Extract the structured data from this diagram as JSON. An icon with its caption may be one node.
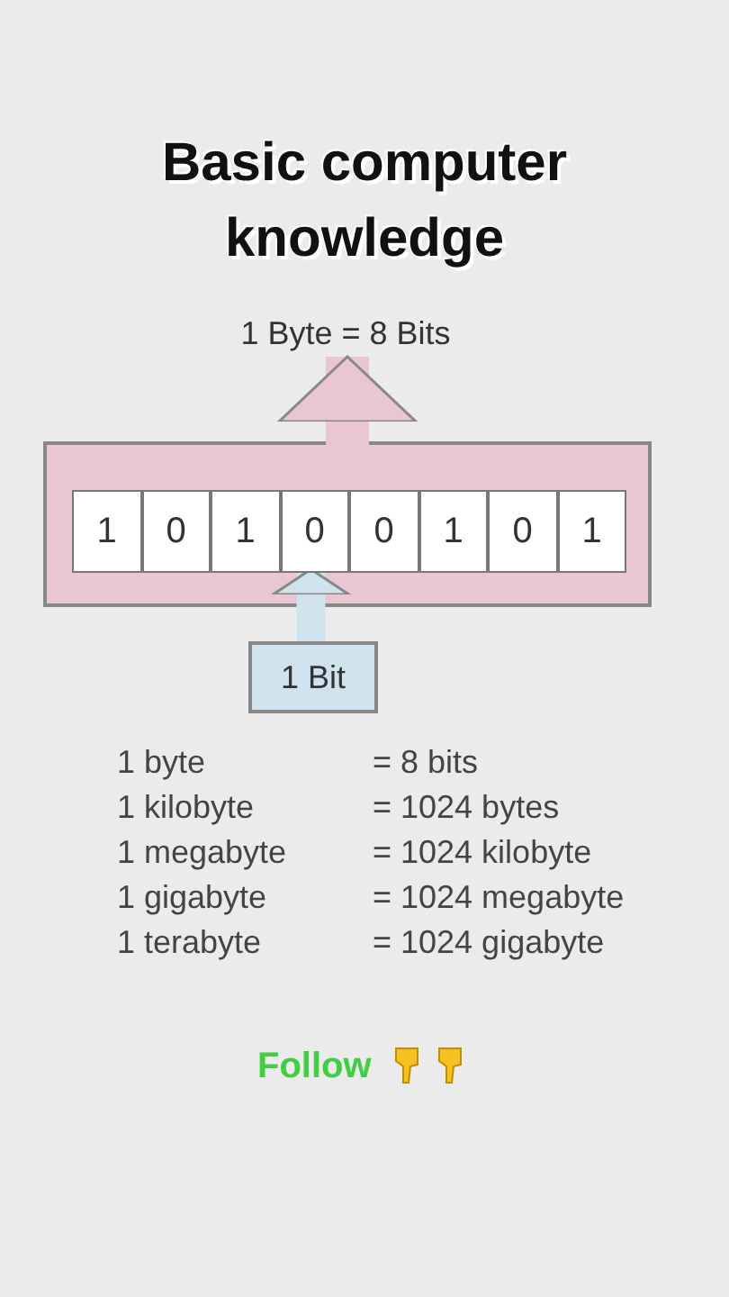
{
  "diagram": {
    "title": "Basic computer knowledge",
    "nodes": [
      {
        "text": [
          "1 Byte = 8 Bits"
        ]
      },
      {
        "text": [],
        "shape": "box"
      },
      {
        "text": [
          "1"
        ],
        "in": 1
      },
      {
        "text": [
          "0"
        ],
        "in": 1
      },
      {
        "text": [
          "1"
        ],
        "in": 1
      },
      {
        "text": [
          "0"
        ],
        "in": 1
      },
      {
        "text": [
          "0"
        ],
        "in": 1
      },
      {
        "text": [
          "1"
        ],
        "in": 1
      },
      {
        "text": [
          "0"
        ],
        "in": 1
      },
      {
        "text": [
          "1"
        ],
        "in": 1
      },
      {
        "text": [
          "1 Bit"
        ]
      }
    ],
    "edges": [
      {
        "from": 1,
        "to": 0,
        "arrow": "to",
        "color": "#e8c6d2"
      },
      {
        "from": 10,
        "to": 5,
        "arrow": "to",
        "color": "#cfe2ee"
      }
    ],
    "labels": [
      "1 byte",
      "= 8 bits",
      "1 kilobyte",
      "= 1024 bytes",
      "1 megabyte",
      "= 1024 kilobyte",
      "1 gigabyte",
      "= 1024 megabyte",
      "1 terabyte",
      "= 1024 gigabyte",
      "Follow"
    ]
  }
}
